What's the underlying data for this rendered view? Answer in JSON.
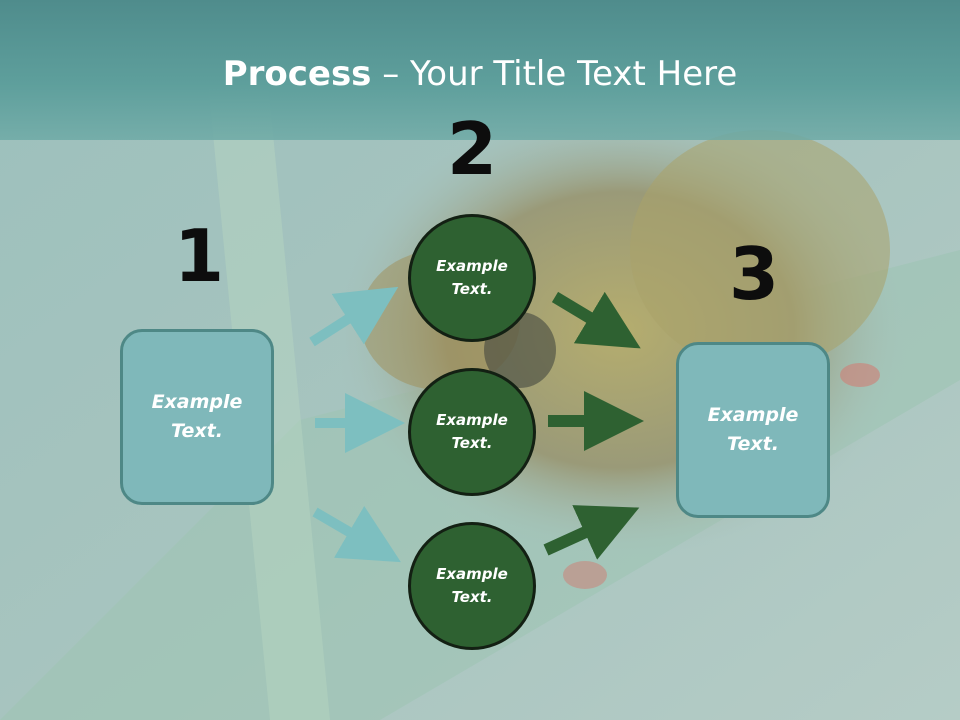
{
  "slide": {
    "title_bold": "Process",
    "title_rest": " – Your Title Text Here"
  },
  "steps": {
    "one": {
      "number": "1",
      "box_text": "Example\nText."
    },
    "two": {
      "number": "2",
      "circles": [
        {
          "text": "Example\nText."
        },
        {
          "text": "Example\nText."
        },
        {
          "text": "Example\nText."
        }
      ]
    },
    "three": {
      "number": "3",
      "box_text": "Example\nText."
    }
  },
  "colors": {
    "header": "#5e9f9c",
    "box_fill": "#7fb8ba",
    "circle_fill": "#2e6131",
    "arrow_light": "#7dbfc0",
    "arrow_dark": "#2e6131"
  }
}
